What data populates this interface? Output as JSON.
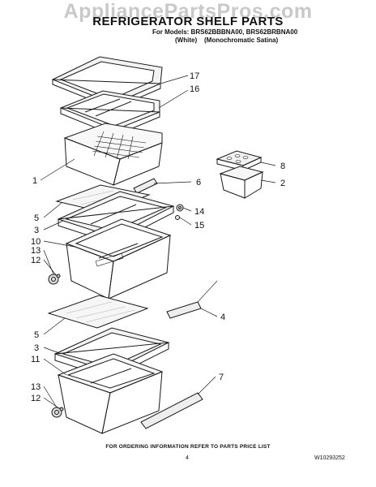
{
  "watermark": "AppliancePartsPros.com",
  "header": {
    "title": "REFRIGERATOR SHELF PARTS",
    "models": "For Models: BRS62BBBNA00, BRS62BRBNA00",
    "variants": "(White)    (Monochromatic Satina)"
  },
  "callouts": [
    "17",
    "16",
    "1",
    "6",
    "8",
    "2",
    "5",
    "3",
    "14",
    "15",
    "10",
    "13",
    "12",
    "4",
    "5",
    "3",
    "11",
    "7",
    "13",
    "12"
  ],
  "footer": {
    "note": "FOR ORDERING INFORMATION REFER TO PARTS PRICE LIST",
    "page": "4",
    "doc_number": "W10293252"
  }
}
